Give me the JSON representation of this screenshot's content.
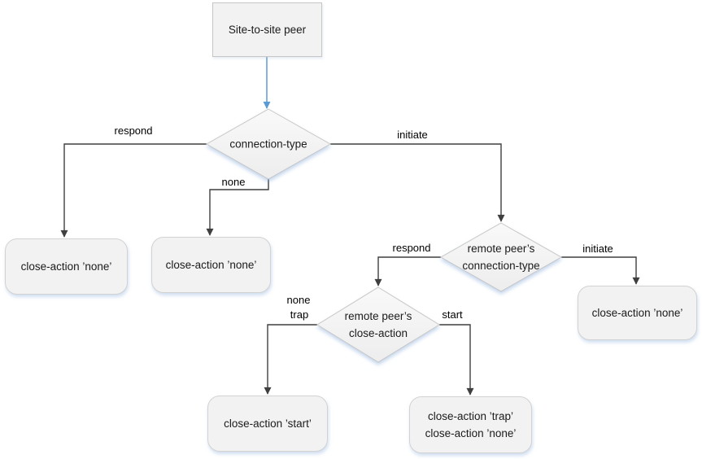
{
  "diagram": {
    "nodes": {
      "start": {
        "label": "Site-to-site peer"
      },
      "decision_connection_type": {
        "label": "connection-type"
      },
      "decision_remote_connection_type": {
        "line1": "remote peer’s",
        "line2": "connection-type"
      },
      "decision_remote_close_action": {
        "line1": "remote peer’s",
        "line2": "close-action"
      },
      "result_respond": {
        "label": "close-action ’none’"
      },
      "result_none": {
        "label": "close-action ’none’"
      },
      "result_initiate": {
        "label": "close-action ’none’"
      },
      "result_start": {
        "label": "close-action ’start’"
      },
      "result_trap": {
        "line1": "close-action ’trap’",
        "line2": "close-action ’none’"
      }
    },
    "edge_labels": {
      "respond_1": "respond",
      "none_1": "none",
      "initiate_1": "initiate",
      "respond_2": "respond",
      "initiate_2": "initiate",
      "none_2": "none",
      "trap": "trap",
      "start": "start"
    },
    "colors": {
      "accent_arrow": "#5b9bd5",
      "line": "#3f3f3f",
      "node_fill": "#f2f2f2",
      "node_border": "#d2d2d2",
      "text": "#1b1b1b"
    }
  }
}
